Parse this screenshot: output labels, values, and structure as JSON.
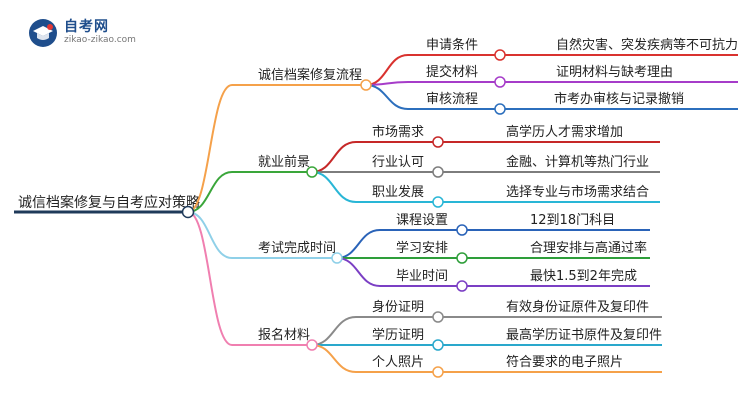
{
  "logo": {
    "title": "自考网",
    "url": "zikao-zikao.com"
  },
  "root": {
    "label": "诚信档案修复与自考应对策略"
  },
  "branches": [
    {
      "label": "诚信档案修复流程",
      "color": "#f5a14a",
      "children": [
        {
          "label": "申请条件",
          "leaf": "自然灾害、突发疾病等不可抗力",
          "color": "#d9322f"
        },
        {
          "label": "提交材料",
          "leaf": "证明材料与缺考理由",
          "color": "#a63cc9"
        },
        {
          "label": "审核流程",
          "leaf": "市考办审核与记录撤销",
          "color": "#2c6fbd"
        }
      ]
    },
    {
      "label": "就业前景",
      "color": "#3aa63a",
      "children": [
        {
          "label": "市场需求",
          "leaf": "高学历人才需求增加",
          "color": "#c62828"
        },
        {
          "label": "行业认可",
          "leaf": "金融、计算机等热门行业",
          "color": "#7d7d7d"
        },
        {
          "label": "职业发展",
          "leaf": "选择专业与市场需求结合",
          "color": "#29b6d6"
        }
      ]
    },
    {
      "label": "考试完成时间",
      "color": "#8fd0e8",
      "children": [
        {
          "label": "课程设置",
          "leaf": "12到18门科目",
          "color": "#2a63b8"
        },
        {
          "label": "学习安排",
          "leaf": "合理安排与高通过率",
          "color": "#2e9e3a"
        },
        {
          "label": "毕业时间",
          "leaf": "最快1.5到2年完成",
          "color": "#7b3fc4"
        }
      ]
    },
    {
      "label": "报名材料",
      "color": "#f07fb0",
      "children": [
        {
          "label": "身份证明",
          "leaf": "有效身份证原件及复印件",
          "color": "#8a8a8a"
        },
        {
          "label": "学历证明",
          "leaf": "最高学历证书原件及复印件",
          "color": "#2aa8cc"
        },
        {
          "label": "个人照片",
          "leaf": "符合要求的电子照片",
          "color": "#f5a14a"
        }
      ]
    }
  ],
  "root_color": "#1f3a5a"
}
